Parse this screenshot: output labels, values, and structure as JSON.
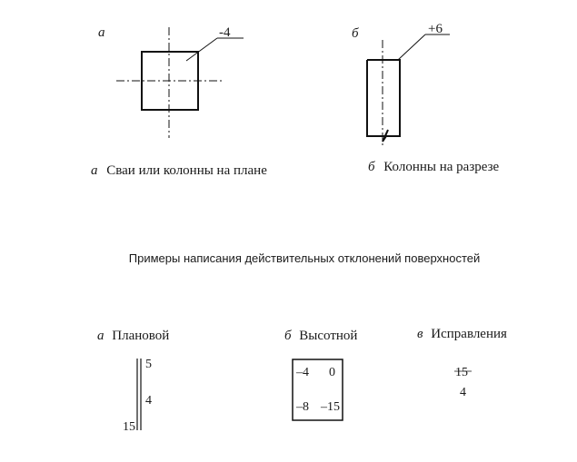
{
  "fig1": {
    "letter_a": "а",
    "value_a": "-4",
    "letter_b": "б",
    "value_b": "+6",
    "caption_a_letter": "а",
    "caption_a_text": "Сваи или колонны на плане",
    "caption_b_letter": "б",
    "caption_b_text": "Колонны на разрезе"
  },
  "title": "Примеры написания действительных отклонений поверхностей",
  "fig2": {
    "planned": {
      "letter": "а",
      "label": "Плановой",
      "values": {
        "top": "5",
        "mid": "4",
        "bottom": "15"
      }
    },
    "height": {
      "letter": "б",
      "label": "Высотной",
      "values": {
        "top_left": "–4",
        "top_right": "0",
        "bottom_left": "–8",
        "bottom_right": "–15"
      }
    },
    "correction": {
      "letter": "в",
      "label": "Исправления",
      "values": {
        "struck": "15",
        "new": "4"
      }
    }
  }
}
